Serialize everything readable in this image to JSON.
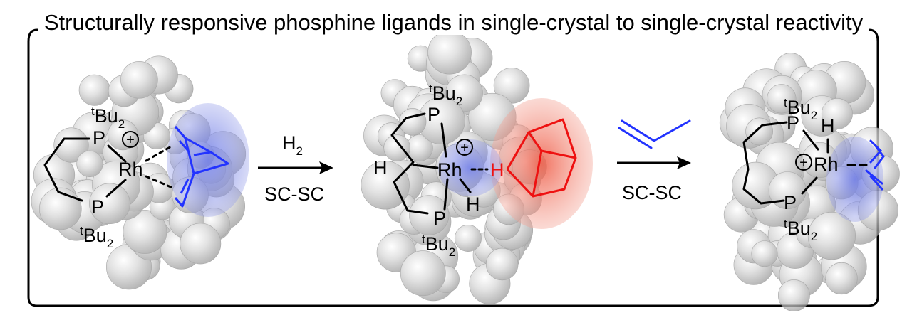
{
  "title": "Structurally responsive phosphine ligands in single-crystal to single-crystal reactivity",
  "reagents": {
    "step1_above": "H",
    "step1_above_sub": "2",
    "step1_below": "SC-SC",
    "step2_below": "SC-SC"
  },
  "labels": {
    "tBu": "tBu",
    "tBu_sup": "t",
    "tBu_main": "Bu",
    "tBu_sub": "2",
    "P": "P",
    "Rh": "Rh",
    "H": "H",
    "plus": "+"
  },
  "colors": {
    "frame": "#000000",
    "blue": "#2233ff",
    "red": "#ee1111",
    "blue_glow": "#7a86e8",
    "red_glow": "#f07a6a",
    "sphere": "#c8c8c8"
  }
}
